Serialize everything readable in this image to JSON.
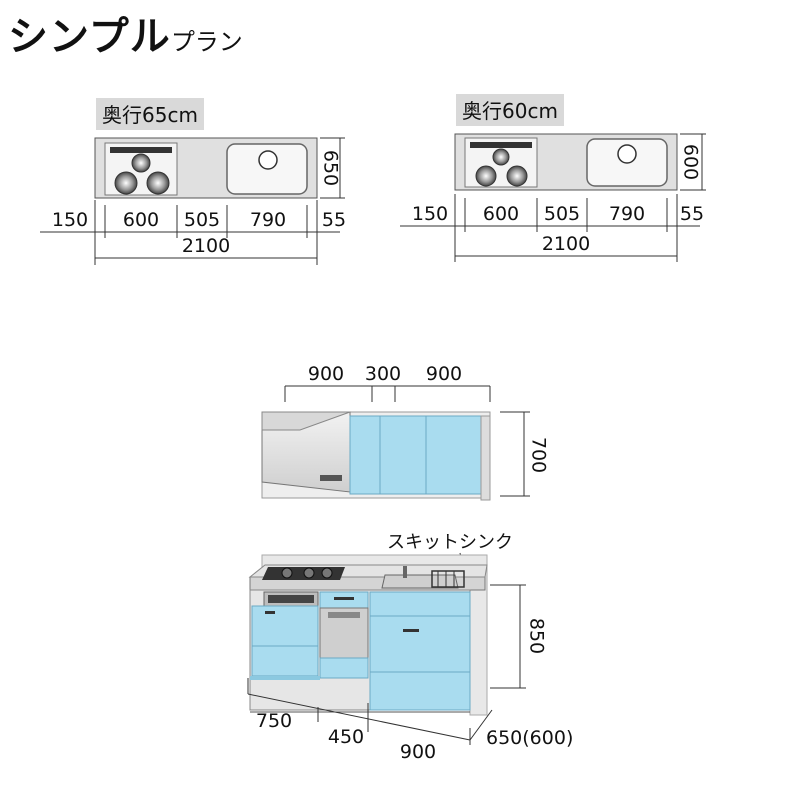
{
  "title": {
    "main": "シンプル",
    "sub": "プラン"
  },
  "plan65": {
    "depth_label": "奥行65cm",
    "widths": [
      "150",
      "600",
      "505",
      "790",
      "55"
    ],
    "total": "2100",
    "depth": "650"
  },
  "plan60": {
    "depth_label": "奥行60cm",
    "widths": [
      "150",
      "600",
      "505",
      "790",
      "55"
    ],
    "total": "2100",
    "depth": "600"
  },
  "upper": {
    "widths": [
      "900",
      "300",
      "900"
    ],
    "height": "700"
  },
  "lower": {
    "sink_label": "スキットシンク",
    "widths": [
      "750",
      "450",
      "900"
    ],
    "height": "850",
    "depth": "650(600)"
  },
  "colors": {
    "cabinet_blue": "#a9dcef",
    "cabinet_blue_dark": "#8cc9e0",
    "panel_gray": "#e6e6e6",
    "counter_gray": "#d4d4d4"
  }
}
